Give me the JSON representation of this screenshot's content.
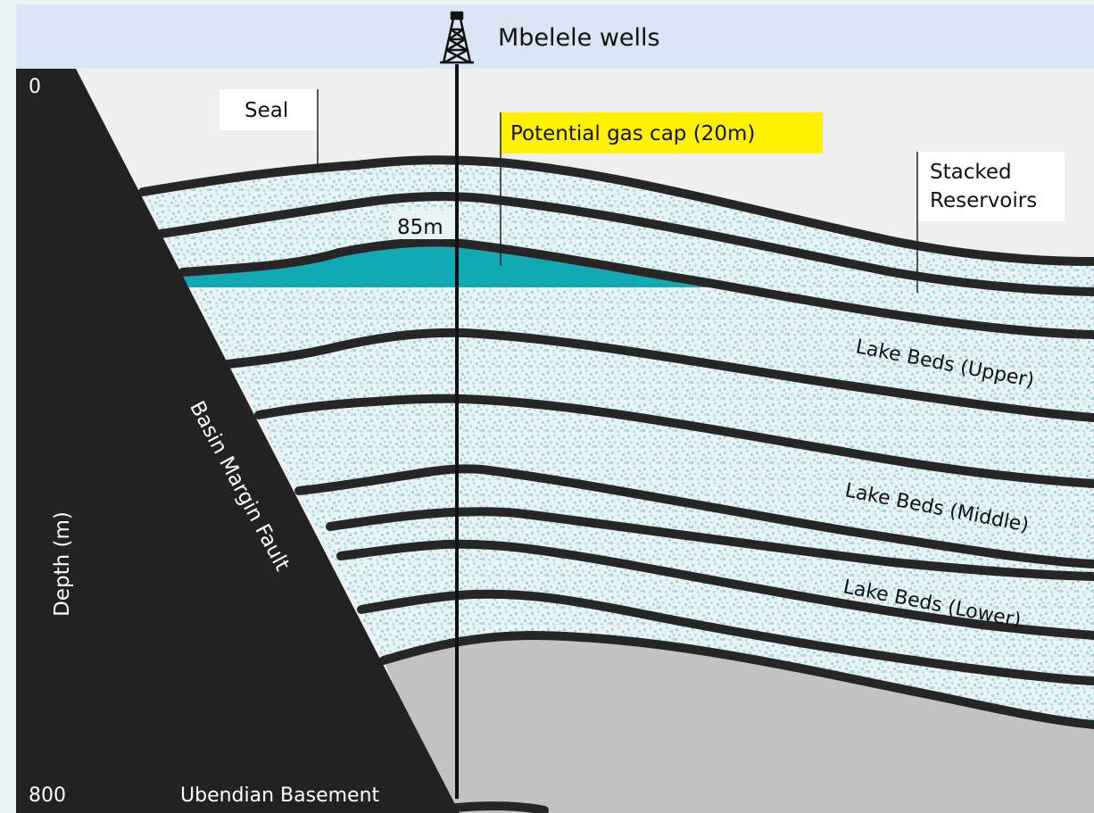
{
  "header": {
    "title": "Mbelele wells",
    "rig_icon": "drilling-rig-icon"
  },
  "axis": {
    "top_value": "0",
    "bottom_value": "800",
    "label": "Depth (m)"
  },
  "labels": {
    "seal": "Seal",
    "gas_cap": "Potential gas cap (20m)",
    "thickness": "85m",
    "stacked_line1": "Stacked",
    "stacked_line2": "Reservoirs",
    "lake_upper": "Lake Beds (Upper)",
    "lake_middle": "Lake Beds (Middle)",
    "lake_lower": "Lake Beds (Lower)",
    "fault": "Basin Margin Fault",
    "basement": "Ubendian Basement"
  },
  "colors": {
    "header_bg": "#d9e4f4",
    "sky_bg": "#efefef",
    "basement": "#c2c2c2",
    "fault_block": "#222222",
    "reservoir_bg": "#e9f3f5",
    "speckle": "#9ed6d9",
    "gas": "#10aab5",
    "horizon": "#262626",
    "highlight": "#fff200"
  }
}
